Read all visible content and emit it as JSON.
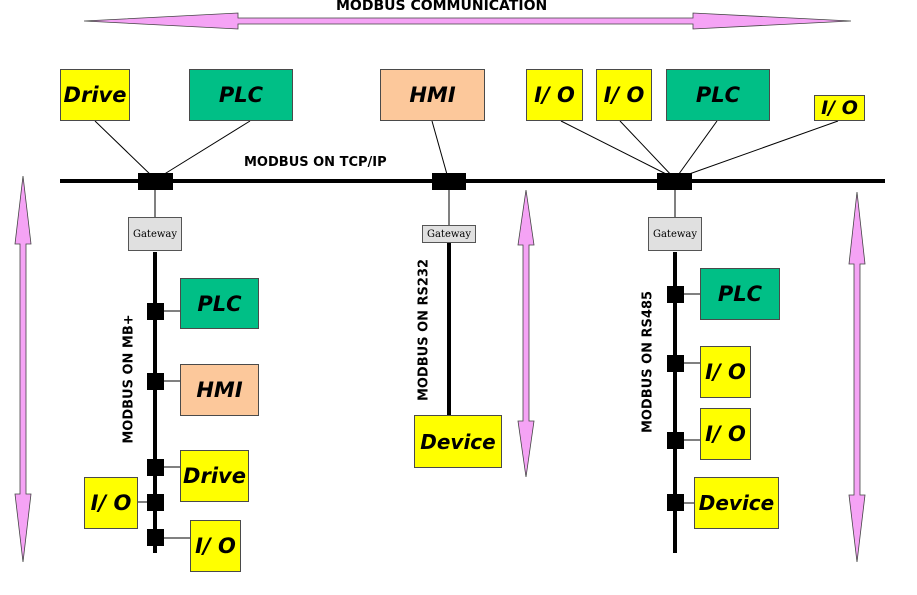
{
  "title": "MODBUS COMMUNICATION",
  "bus": {
    "tcp": "MODBUS ON TCP/IP",
    "mbplus": "MODBUS ON MB+",
    "rs232": "MODBUS ON RS232",
    "rs485": "MODBUS ON RS485"
  },
  "gateway": "Gateway",
  "nodes": {
    "drive": "Drive",
    "plc": "PLC",
    "hmi": "HMI",
    "io": "I/ O",
    "device": "Device"
  },
  "colors": {
    "io_fill": "#ffff00",
    "plc_fill": "#00bf86",
    "hmi_fill": "#fcc89b",
    "arrow_fill": "#f5a3f5",
    "line": "#000000"
  }
}
